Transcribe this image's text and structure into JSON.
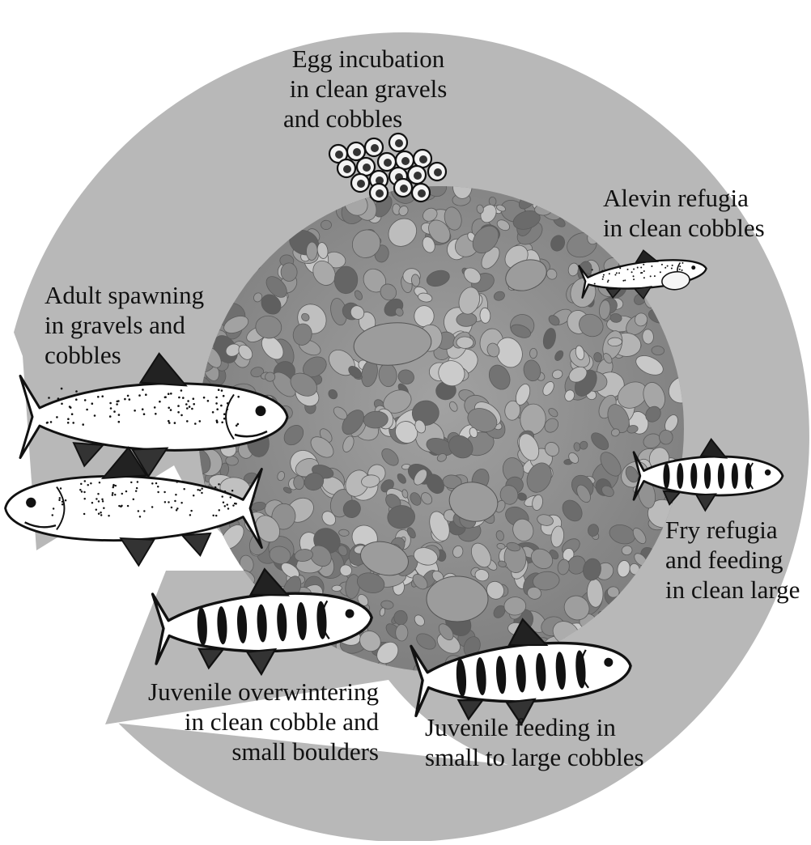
{
  "colors": {
    "background": "#ffffff",
    "arrow": "#b8b8b8",
    "gravel_base": "#8e8e8e",
    "fish_body": "#ffffff",
    "fish_outline": "#111111"
  },
  "icons": {
    "eggs": "fish-egg-cluster-icon",
    "adult": "adult-salmon-icon",
    "alevin": "alevin-icon",
    "fry": "fry-icon",
    "juvenile": "juvenile-fish-icon"
  },
  "stages": {
    "egg": {
      "lines": [
        "Egg incubation",
        "in clean gravels",
        "and cobbles"
      ]
    },
    "alevin": {
      "lines": [
        "Alevin refugia",
        "in clean cobbles"
      ]
    },
    "fry": {
      "lines": [
        "Fry refugia",
        "and feeding",
        "in clean large"
      ]
    },
    "juvenile_feeding": {
      "lines": [
        "Juvenile feeding in",
        "small to large cobbles"
      ]
    },
    "juvenile_overwintering": {
      "lines": [
        "Juvenile overwintering",
        "in clean cobble and",
        "small boulders"
      ]
    },
    "adult": {
      "lines": [
        "Adult spawning",
        "in gravels and",
        "cobbles"
      ]
    }
  }
}
